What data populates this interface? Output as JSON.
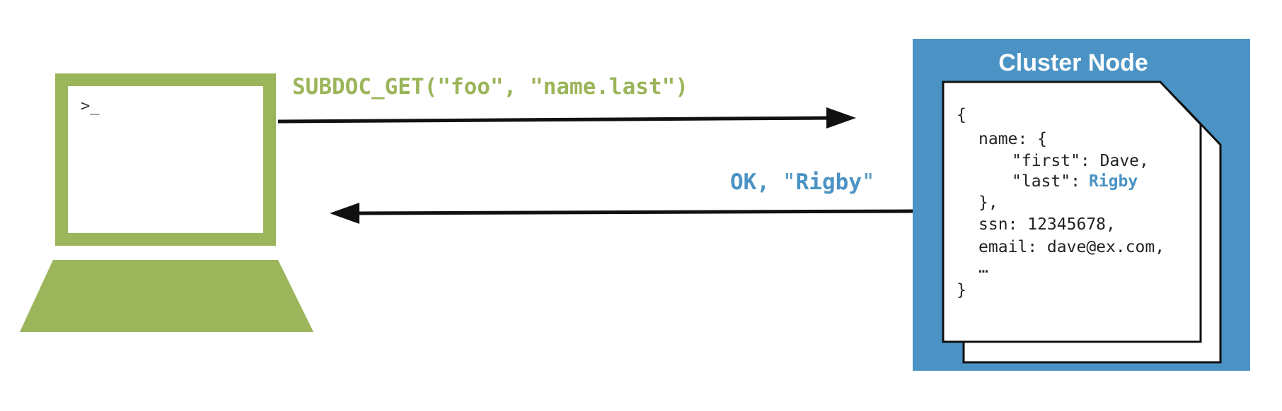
{
  "colors": {
    "client": "#9bb55a",
    "node": "#4b93c4",
    "arrow": "#111111",
    "document": "#ffffff"
  },
  "client": {
    "prompt": ">_"
  },
  "request": {
    "label": "SUBDOC_GET(\"foo\", \"name.last\")"
  },
  "response": {
    "status": "OK,",
    "open_quote": "\"",
    "value": "Rigby",
    "close_quote": "\""
  },
  "node": {
    "title": "Cluster Node",
    "document": {
      "line_open": "{",
      "line_name": "name: {",
      "line_first": "\"first\": Dave,",
      "line_last_key": "\"last\":",
      "line_last_value": "Rigby",
      "line_name_close": "},",
      "line_ssn": "ssn: 12345678,",
      "line_email": "email: dave@ex.com,",
      "line_ellipsis": "…",
      "line_close": "}"
    }
  }
}
